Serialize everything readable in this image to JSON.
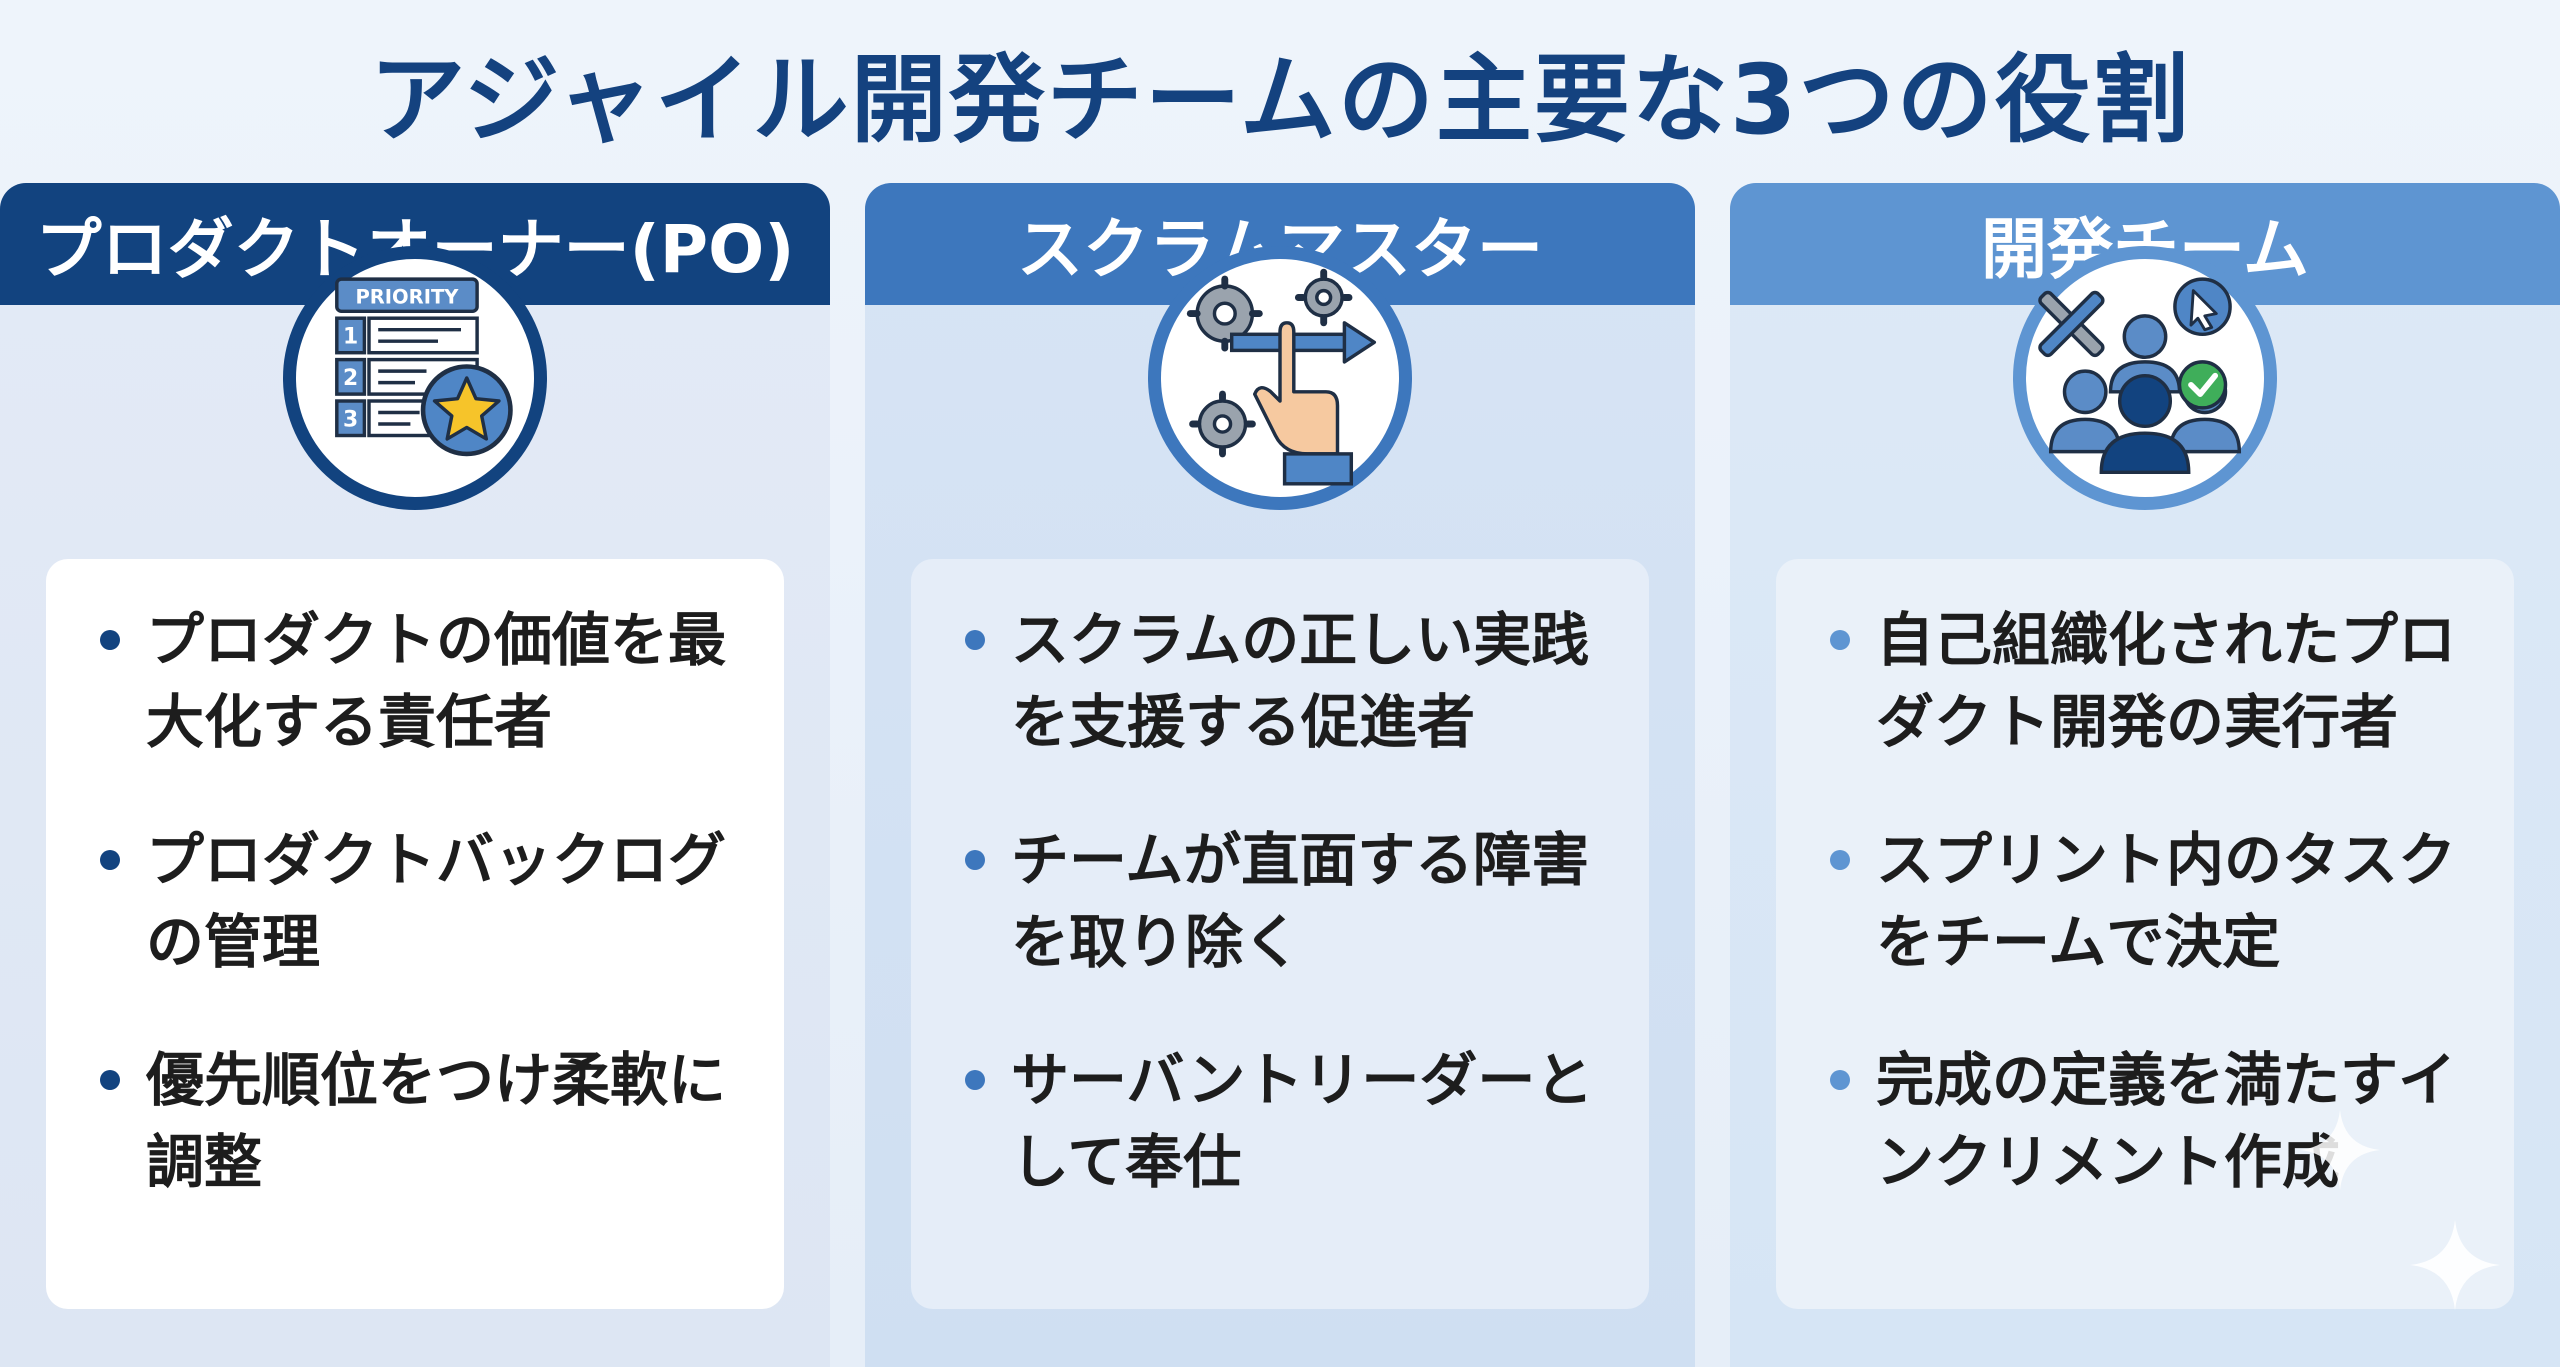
{
  "title": "アジャイル開発チームの主要な3つの役割",
  "roles": [
    {
      "name": "プロダクトオーナー(PO)",
      "icon": "priority-list-star-icon",
      "icon_text": "PRIORITY",
      "icon_numbers": [
        "1",
        "2",
        "3"
      ],
      "color": "#12437f",
      "items": [
        "プロダクトの価値を最大化する責任者",
        "プロダクトバックログの管理",
        "優先順位をつけ柔軟に調整"
      ]
    },
    {
      "name": "スクラムマスター",
      "icon": "gears-hand-pointer-icon",
      "color": "#3d77bd",
      "items": [
        "スクラムの正しい実践を支援する促進者",
        "チームが直面する障害を取り除く",
        "サーバントリーダーとして奉仕"
      ]
    },
    {
      "name": "開発チーム",
      "icon": "team-tools-icon",
      "color": "#5e95d2",
      "items": [
        "自己組織化されたプロダクト開発の実行者",
        "スプリント内のタスクをチームで決定",
        "完成の定義を満たすインクリメント作成"
      ]
    }
  ]
}
